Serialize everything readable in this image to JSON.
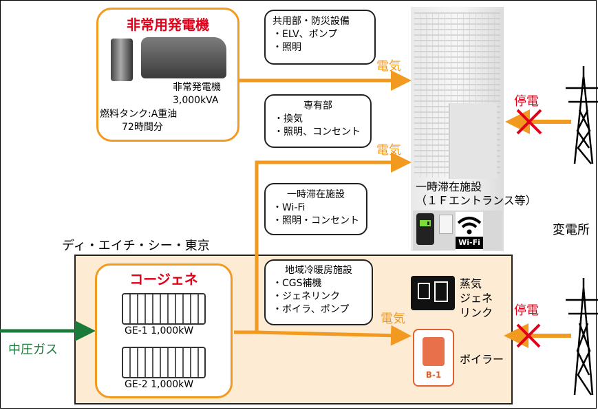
{
  "generator_box": {
    "title": "非常用発電機",
    "gen_label": "非常発電機",
    "gen_capacity": "3,000kVA",
    "tank_label": "燃料タンク:A重油",
    "tank_duration": "72時間分"
  },
  "common_box": {
    "title": "共用部・防災設備",
    "items": [
      "・ELV、ポンプ",
      "・照明"
    ]
  },
  "private_box": {
    "title": "専有部",
    "items": [
      "・換気",
      "・照明、コンセント"
    ]
  },
  "shelter_box": {
    "title": "一時滞在施設",
    "items": [
      "・Wi-Fi",
      "・照明・コンセント"
    ]
  },
  "dhc_box": {
    "title": "地域冷暖房施設",
    "items": [
      "・CGS補機",
      "・ジェネリンク",
      "・ボイラ、ポンプ"
    ]
  },
  "cogen_box": {
    "title": "コージェネ",
    "ge1": "GE-1 1,000kW",
    "ge2": "GE-2 1,000kW"
  },
  "labels": {
    "electricity": "電気",
    "outage": "停電",
    "shelter_line1": "一時滞在施設",
    "shelter_line2": "（１Ｆエントランス等）",
    "substation": "変電所",
    "company": "ディ・エイチ・シー・東京",
    "gas": "中圧ガス",
    "steam_line1": "蒸気",
    "steam_line2": "ジェネ",
    "steam_line3": "リンク",
    "boiler": "ボイラー",
    "boiler_tag": "B-1",
    "wifi": "Wi-Fi"
  },
  "colors": {
    "orange": "#f29a1f",
    "red": "#e0001a",
    "green": "#1a7a3a",
    "beige": "#fdebd3"
  }
}
